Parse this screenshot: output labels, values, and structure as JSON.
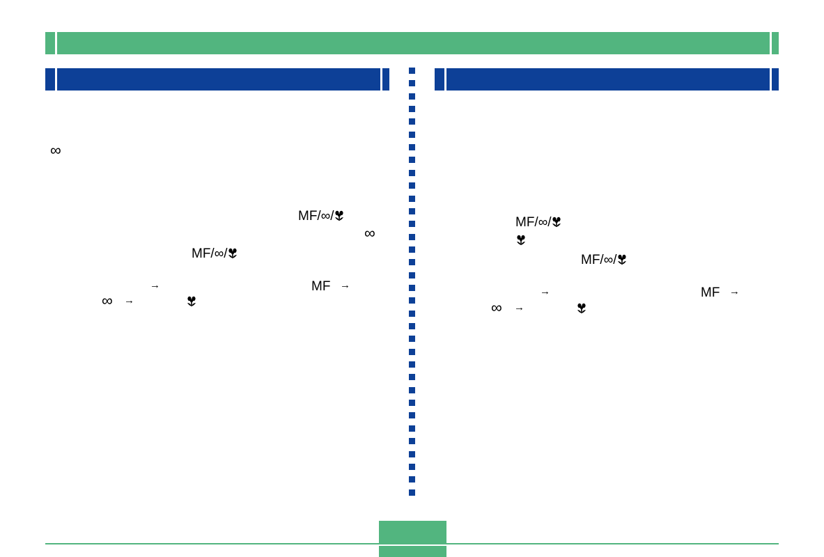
{
  "colors": {
    "header_green": "#52b57f",
    "section_blue": "#0d4097",
    "divider_dot": "#0d4097",
    "footer_green": "#52b57f"
  },
  "icons": {
    "infinity": "infinity-icon",
    "macro": "macro-flower-icon",
    "arrow": "right-arrow-icon"
  },
  "header": {
    "title": ""
  },
  "left_section": {
    "heading": "",
    "symbols": {
      "infinity": "∞",
      "mode_text": "MF/∞/",
      "mf": "MF",
      "arrow": "→"
    }
  },
  "right_section": {
    "heading": "",
    "symbols": {
      "infinity": "∞",
      "mode_text": "MF/∞/",
      "mf": "MF",
      "arrow": "→"
    }
  },
  "footer": {
    "page_number": ""
  }
}
